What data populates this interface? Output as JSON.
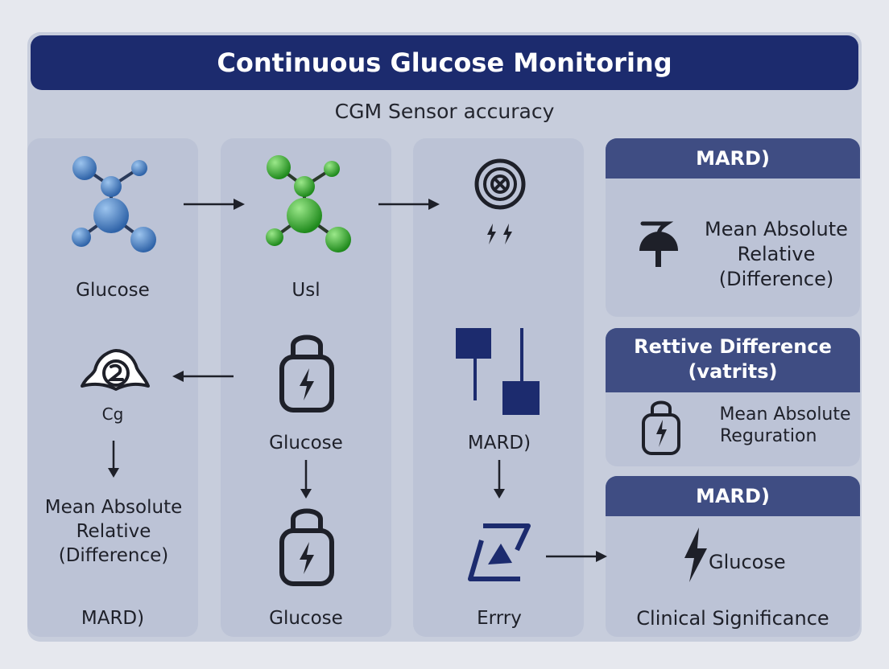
{
  "header": {
    "title": "Continuous Glucose Monitoring",
    "subtitle": "CGM Sensor accuracy"
  },
  "column1": {
    "top_label": "Glucose",
    "mid_label": "Cg",
    "desc_line1": "Mean Absolute",
    "desc_line2": "Relative",
    "desc_line3": "(Difference)",
    "bottom_label": "MARD)"
  },
  "column2": {
    "top_label": "Usl",
    "mid_label": "Glucose",
    "bottom_label": "Glucose"
  },
  "column3": {
    "mid_label": "MARD)",
    "bottom_label": "Errry"
  },
  "card1": {
    "title": "MARD)",
    "line1": "Mean Absolute",
    "line2": "Relative",
    "line3": "(Difference)"
  },
  "card2": {
    "title_line1": "Rettive Difference",
    "title_line2": "(vatrits)",
    "line1": "Mean Absolute",
    "line2": "Reguration"
  },
  "card3": {
    "title": "MARD)",
    "glucose_label": "Glucose",
    "footer": "Clinical Significance"
  },
  "colors": {
    "navy": "#1c2b6e",
    "card_header": "#3f4d83",
    "blue_molecule": "#4d84c8",
    "green_molecule": "#3bb532"
  },
  "icons": [
    "blue-molecule-icon",
    "green-molecule-icon",
    "target-icon",
    "bolts-icon",
    "sensor-dome-icon",
    "battery-bolt-icon",
    "flag-blocks-icon",
    "layers-icon",
    "stand-icon",
    "lightning-icon"
  ]
}
